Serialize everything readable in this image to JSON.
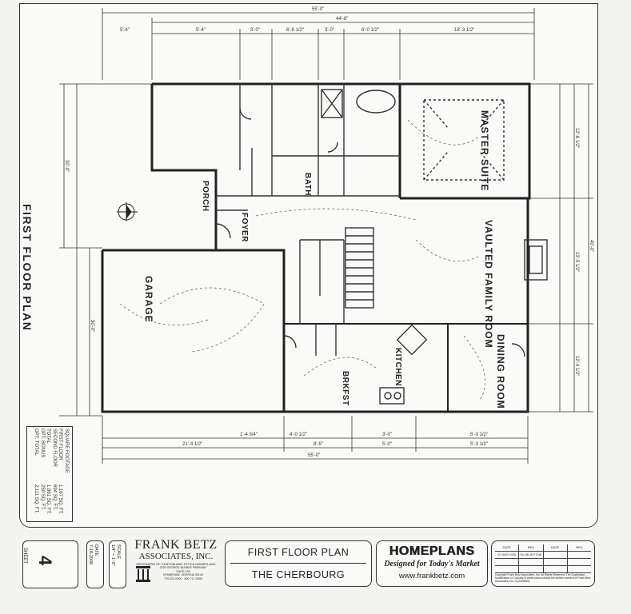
{
  "sheet_title_vertical": "FIRST FLOOR PLAN",
  "rooms": {
    "master_suite": "MASTER SUITE",
    "vaulted_family_room": "VAULTED FAMILY ROOM",
    "dining_room": "DINING ROOM",
    "garage": "GARAGE",
    "foyer": "FOYER",
    "bath": "BATH",
    "porch": "PORCH",
    "kitchen": "KITCHEN",
    "brkfst": "BRKFST"
  },
  "dimensions": {
    "overall_top": "55'-0\"",
    "overall_top_2": "44'-8\"",
    "top_segments": [
      "5'-4\"",
      "5'-4\"",
      "3'-0\"",
      "6'-8 1/2\"",
      "3'-0\"",
      "6'-0 1/2\"",
      "18'-3 1/2\""
    ],
    "bottom_segments": [
      "1'-4 3/4\"",
      "4'-0 1/2\"",
      "3'-0\"",
      "5'-3 1/2\""
    ],
    "bottom_segments_2": [
      "21'-4 1/2\"",
      "8'-5\"",
      "5'-0\"",
      "5'-3 1/2\""
    ],
    "overall_bottom": "55'-0\"",
    "right_total": "40'-0\"",
    "right_segments": [
      "12'-6 1/2\"",
      "13'-5 1/2\"",
      "12'-4 1/2\""
    ],
    "left_total": "30'-0\"",
    "left_total_2": "30'-0\""
  },
  "sqft": {
    "header": "SQUARE FOOTAGE",
    "rows": [
      {
        "label": "FIRST FLOOR",
        "value": "1,167 SQ. FT."
      },
      {
        "label": "SECOND FLOOR",
        "value": "694 SQ. FT."
      },
      {
        "label": "TOTAL",
        "value": "1,861 SQ. FT."
      },
      {
        "label": "OPT. BONUS",
        "value": "250 SQ. FT."
      },
      {
        "label": "OPT. TOTAL",
        "value": "2,111 SQ. FT."
      }
    ]
  },
  "title_block": {
    "sheet_label": "SHEET",
    "sheet_number": "4",
    "date_label": "DATE",
    "date_value": "7-18-2008",
    "scale_label": "SCALE",
    "scale_value": "1/4\" = 1'-0\"",
    "firm_name": "FRANK BETZ",
    "firm_assoc": "ASSOCIATES, INC.",
    "firm_tagline": "DESIGNERS OF CUSTOM AND STOCK HOMEPLANS",
    "firm_address_1": "2020 GEORGE BUSBEE PARKWAY",
    "firm_address_2": "SUITE 100",
    "firm_address_3": "KENNESAW, GEORGIA 30144",
    "firm_phone": "770-421-0000",
    "firm_fax": "800-717-0000",
    "plan_title": "FIRST FLOOR PLAN",
    "plan_name": "THE CHERBOURG",
    "brand": "HOMEPLANS",
    "brand_slogan": "Designed for Today's Market",
    "brand_url": "www.frankbetz.com",
    "rev_headers": [
      "DATE",
      "REV",
      "DATE",
      "REV"
    ],
    "rev_row": [
      "07-2007-035",
      "01-08 JDT 040",
      "",
      ""
    ],
    "fine_print": "Copyright Frank Betz Associates, Inc. All Rights Reserved. The Duplication, Modification or Copying of these plans without the written consent of Frank Betz Associates, Inc. is prohibited."
  }
}
